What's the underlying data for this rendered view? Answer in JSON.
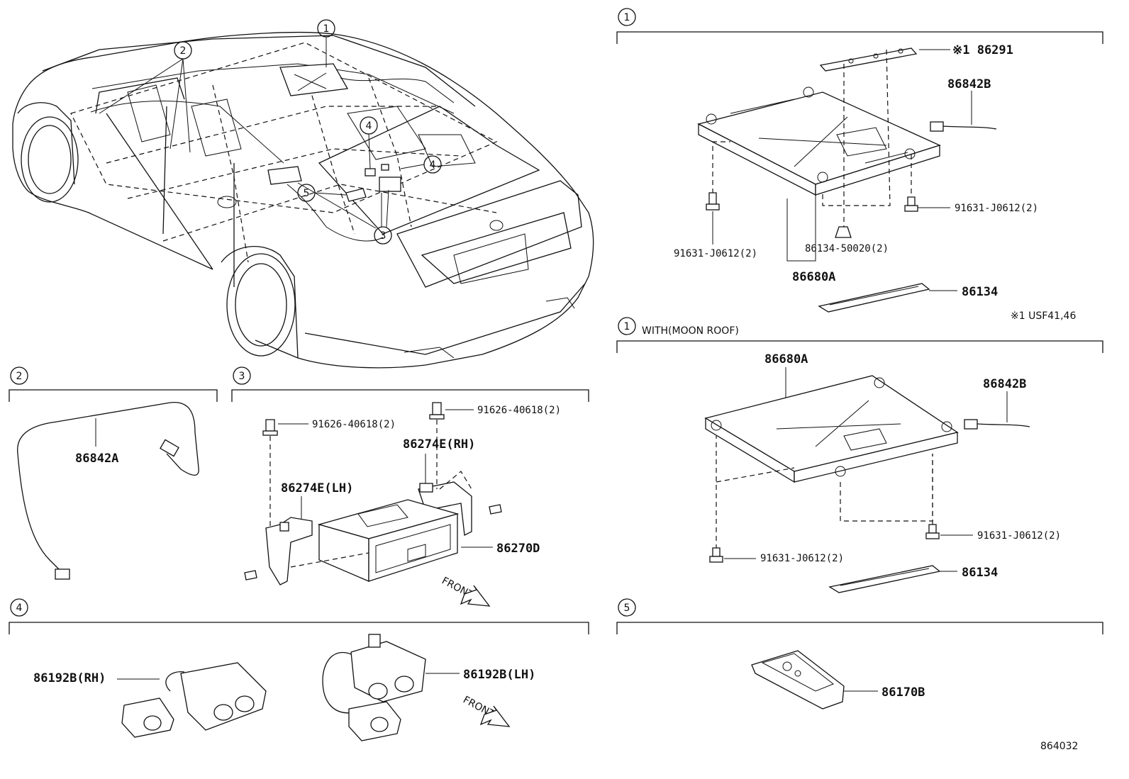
{
  "car_callouts": [
    "1",
    "2",
    "4",
    "4",
    "5",
    "3"
  ],
  "sections": {
    "s1_top": {
      "number": "1",
      "parts": {
        "bracket_note": "※1 86291",
        "harness": "86842B",
        "screw_right": "91631-J0612(2)",
        "screw_left": "91631-J0612(2)",
        "clip": "86134-50020(2)",
        "display": "86680A",
        "cover": "86134"
      },
      "footnote": "※1 USF41,46"
    },
    "s1_bottom": {
      "number": "1",
      "title": "WITH(MOON ROOF)",
      "parts": {
        "display": "86680A",
        "harness": "86842B",
        "screw_right": "91631-J0612(2)",
        "screw_left": "91631-J0612(2)",
        "cover": "86134"
      }
    },
    "s2": {
      "number": "2",
      "parts": {
        "harness": "86842A"
      }
    },
    "s3": {
      "number": "3",
      "parts": {
        "screw_right": "91626-40618(2)",
        "screw_left": "91626-40618(2)",
        "bracket_rh": "86274E(RH)",
        "bracket_lh": "86274E(LH)",
        "player": "86270D"
      },
      "front_label": "FRONT"
    },
    "s4": {
      "number": "4",
      "parts": {
        "jack_rh": "86192B(RH)",
        "jack_lh": "86192B(LH)"
      },
      "front_label": "FRONT"
    },
    "s5": {
      "number": "5",
      "parts": {
        "remote": "86170B"
      }
    }
  },
  "diagram_id": "864032"
}
